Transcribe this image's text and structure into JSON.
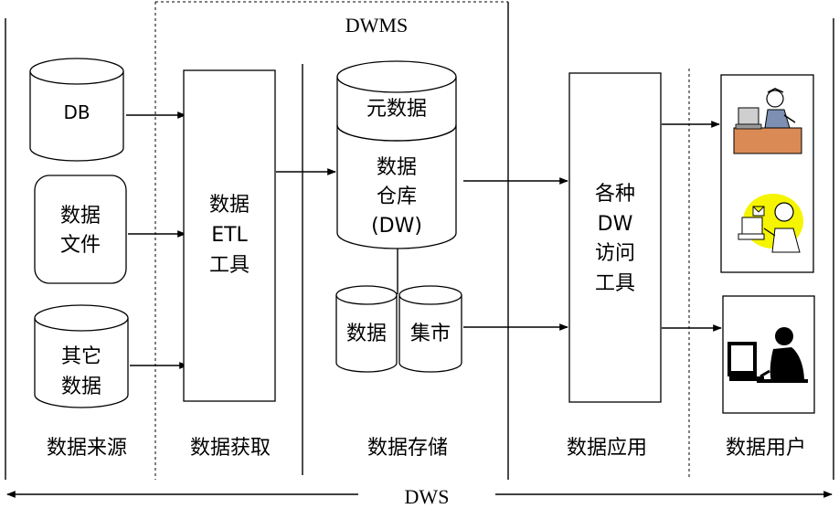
{
  "dwms_label": "DWMS",
  "dws_label": "DWS",
  "sources": {
    "db": "DB",
    "files_line1": "数据",
    "files_line2": "文件",
    "other_line1": "其它",
    "other_line2": "数据"
  },
  "etl": {
    "line1": "数据",
    "line2": "ETL",
    "line3": "工具"
  },
  "warehouse": {
    "metadata": "元数据",
    "line1": "数据",
    "line2": "仓库",
    "line3": "(DW)",
    "mart_left": "数据",
    "mart_right": "集市"
  },
  "access_tools": {
    "line1": "各种",
    "line2": "DW",
    "line3": "访问",
    "line4": "工具"
  },
  "columns": {
    "sources": "数据来源",
    "acquire": "数据获取",
    "storage": "数据存储",
    "application": "数据应用",
    "users": "数据用户"
  },
  "icons": [
    "computer-user-icon",
    "email-user-icon",
    "desktop-operator-icon"
  ]
}
